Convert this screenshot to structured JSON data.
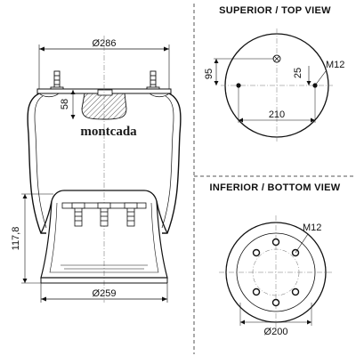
{
  "side_view": {
    "top_diameter": "Ø286",
    "bottom_diameter": "Ø259",
    "plate_height": "58",
    "piston_height": "117,8",
    "brand": "montcada"
  },
  "top_view": {
    "title": "SUPERIOR / TOP VIEW",
    "height_offset": "95",
    "small_offset": "25",
    "stud_spacing": "210",
    "thread": "M12"
  },
  "bottom_view": {
    "title": "INFERIOR / BOTTOM VIEW",
    "thread": "M12",
    "bolt_circle": "Ø200"
  }
}
